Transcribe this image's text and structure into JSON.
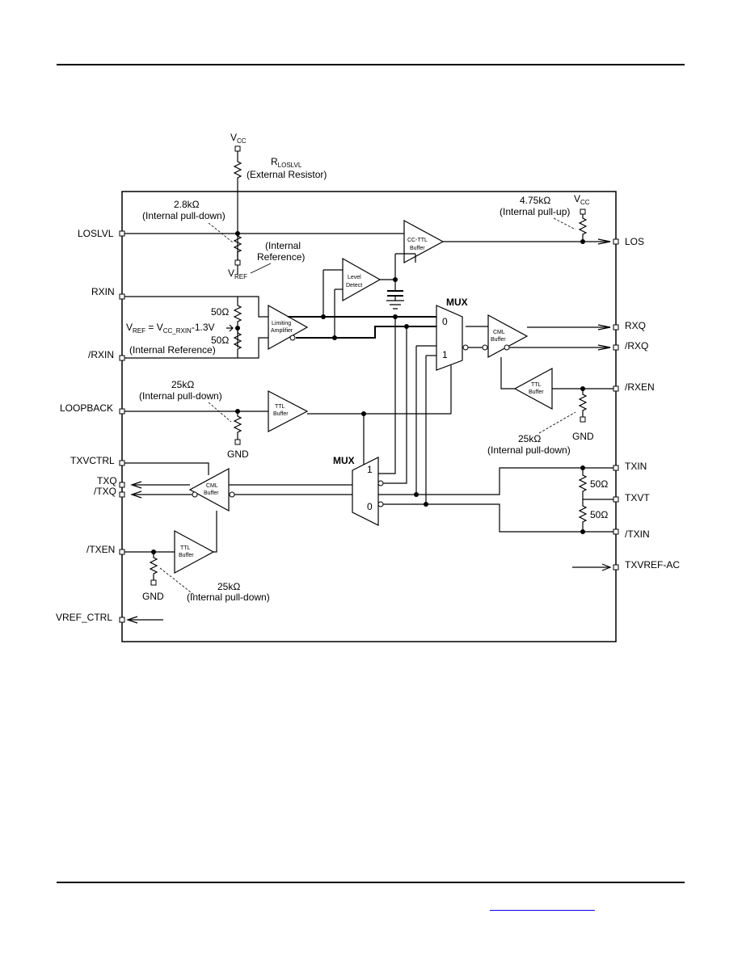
{
  "pins_left": {
    "loslvl": "LOSLVL",
    "rxin": "RXIN",
    "nrxin": "/RXIN",
    "loopback": "LOOPBACK",
    "txvctrl": "TXVCTRL",
    "txq": "TXQ",
    "ntxq": "/TXQ",
    "ntxen": "/TXEN",
    "vref_ctrl": "VREF_CTRL"
  },
  "pins_right": {
    "los": "LOS",
    "rxq": "RXQ",
    "nrxq": "/RXQ",
    "nrxen": "/RXEN",
    "txin": "TXIN",
    "txvt": "TXVT",
    "ntxin": "/TXIN",
    "txvref_ac": "TXVREF-AC"
  },
  "labels": {
    "vcc_top_v": "V",
    "vcc_top_sub": "CC",
    "rloslvl_r": "R",
    "rloslvl_sub": "LOSLVL",
    "external_resistor": "(External Resistor)",
    "r28k": "2.8kΩ",
    "internal_pulldown_1": "(Internal pull-down)",
    "internal_ref_1": "(Internal",
    "internal_ref_2": "Reference)",
    "vref_v": "V",
    "vref_sub": "REF",
    "r50_a": "50Ω",
    "r50_b": "50Ω",
    "vref_eq_1": "V",
    "vref_eq_sub1": "REF",
    "vref_eq_2": " = V",
    "vref_eq_sub2": "CC_RXIN",
    "vref_eq_3": "-1.3V",
    "internal_reference": "(Internal Reference)",
    "r25k_a": "25kΩ",
    "internal_pulldown_2": "(Internal pull-down)",
    "gnd_a": "GND",
    "r475k": "4.75kΩ",
    "internal_pullup": "(Internal pull-up)",
    "vcc_right_v": "V",
    "vcc_right_sub": "CC",
    "mux_top": "MUX",
    "mux_top_0": "0",
    "mux_top_1": "1",
    "mux_bottom": "MUX",
    "mux_bottom_1": "1",
    "mux_bottom_0": "0",
    "r25k_b": "25kΩ",
    "internal_pulldown_3": "(Internal pull-down)",
    "gnd_b": "GND",
    "r50_c": "50Ω",
    "r50_d": "50Ω",
    "gnd_c": "GND",
    "r25k_c": "25kΩ",
    "internal_pulldown_4": "(Internal pull-down)"
  },
  "blocks": {
    "cc_ttl_1": "CC-TTL",
    "cc_ttl_2": "Buffer",
    "level_detect_1": "Level",
    "level_detect_2": "Detect",
    "limiting_amp_1": "Limiting",
    "limiting_amp_2": "Amplifier",
    "cml_rx_1": "CML",
    "cml_rx_2": "Buffer",
    "ttl_rxen_1": "TTL",
    "ttl_rxen_2": "Buffer",
    "ttl_loop_1": "TTL",
    "ttl_loop_2": "Buffer",
    "cml_tx_1": "CML",
    "cml_tx_2": "Buffer",
    "ttl_txen_1": "TTL",
    "ttl_txen_2": "Buffer"
  }
}
